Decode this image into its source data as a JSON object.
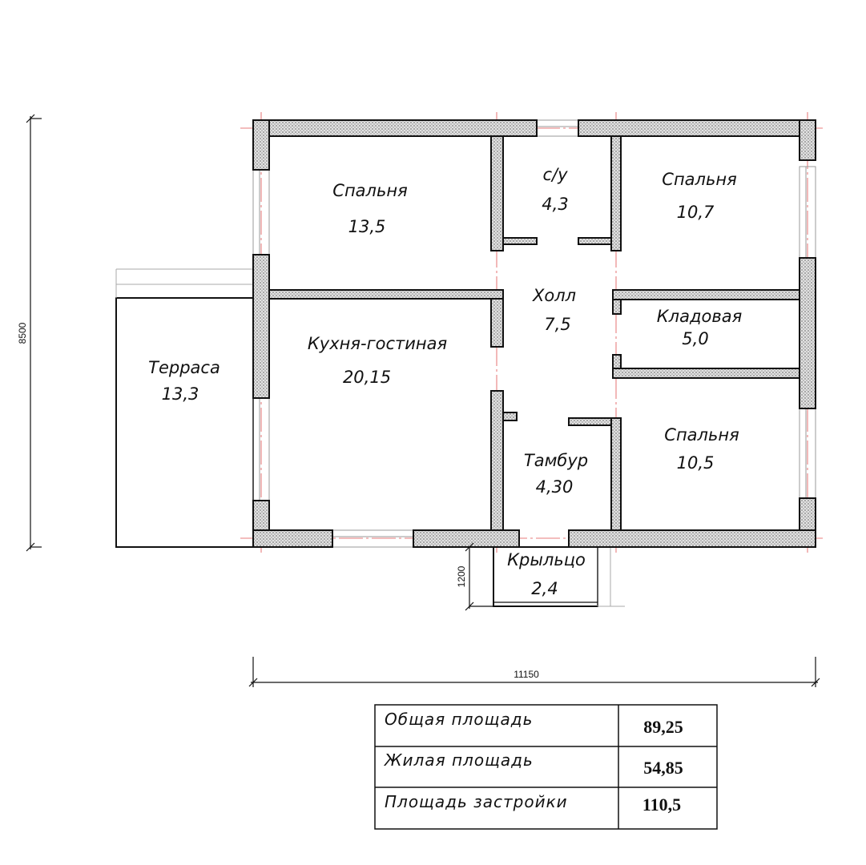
{
  "rooms": [
    {
      "name": "Спальня",
      "area": "13,5"
    },
    {
      "name": "с/у",
      "area": "4,3"
    },
    {
      "name": "Спальня",
      "area": "10,7"
    },
    {
      "name": "Холл",
      "area": "7,5"
    },
    {
      "name": "Кладовая",
      "area": "5,0"
    },
    {
      "name": "Кухня-гостиная",
      "area": "20,15"
    },
    {
      "name": "Терраса",
      "area": "13,3"
    },
    {
      "name": "Тамбур",
      "area": "4,30"
    },
    {
      "name": "Спальня",
      "area": "10,5"
    },
    {
      "name": "Крыльцо",
      "area": "2,4"
    }
  ],
  "dimensions": {
    "height": "8500",
    "width": "11150",
    "porch": "1200"
  },
  "summary": [
    {
      "label": "Общая площадь",
      "value": "89,25"
    },
    {
      "label": "Жилая площадь",
      "value": "54,85"
    },
    {
      "label": "Площадь застройки",
      "value": "110,5"
    }
  ],
  "colors": {
    "wall_fill": "#cfcfcf",
    "axis_line": "#e05050"
  }
}
